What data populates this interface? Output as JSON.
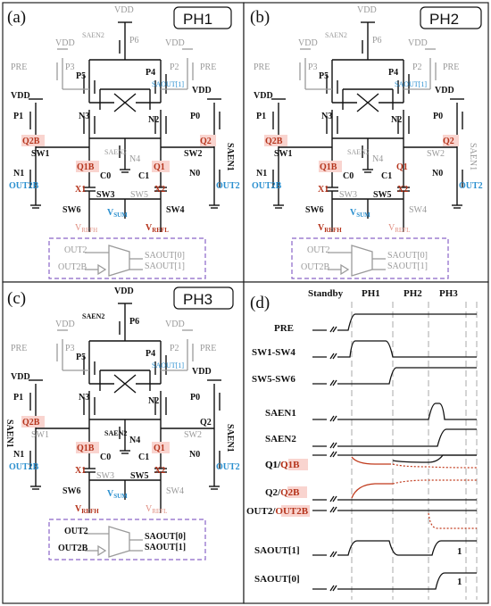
{
  "panels": [
    {
      "label": "(a)",
      "phase": "PH1"
    },
    {
      "label": "(b)",
      "phase": "PH2"
    },
    {
      "label": "(c)",
      "phase": "PH3"
    },
    {
      "label": "(d)"
    }
  ],
  "circuit": {
    "vdd": "VDD",
    "pre": "PRE",
    "saen2": "SAEN2",
    "saen1": "SAEN1",
    "p6": "P6",
    "p5": "P5",
    "p4": "P4",
    "p3": "P3",
    "p2": "P2",
    "p1": "P1",
    "p0": "P0",
    "n3": "N3",
    "n2": "N2",
    "n4": "N4",
    "n1": "N1",
    "n0": "N0",
    "saout1": "SAOUT[1]",
    "saout0": "SAOUT[0]",
    "q1": "Q1",
    "q1b": "Q1B",
    "q2": "Q2",
    "q2b": "Q2B",
    "sw1": "SW1",
    "sw2": "SW2",
    "sw3": "SW3",
    "sw4": "SW4",
    "sw5": "SW5",
    "sw6": "SW6",
    "c0": "C0",
    "c1": "C1",
    "x1": "X1",
    "x2": "X2",
    "out2": "OUT2",
    "out2b": "OUT2B",
    "v": "V",
    "refh": "REFH",
    "refl": "REFL",
    "sum": "SUM"
  },
  "timing": {
    "headers": [
      "Standby",
      "PH1",
      "PH2",
      "PH3"
    ],
    "signals": [
      "PRE",
      "SW1-SW4",
      "SW5-SW6",
      "SAEN1",
      "SAEN2"
    ],
    "q1": "Q1",
    "q1b": "Q1B",
    "q2": "Q2",
    "q2b": "Q2B",
    "out2": "OUT2",
    "out2b": "OUT2B",
    "saout1": "SAOUT[1]",
    "saout0": "SAOUT[0]",
    "one": "1",
    "slash": "/"
  }
}
